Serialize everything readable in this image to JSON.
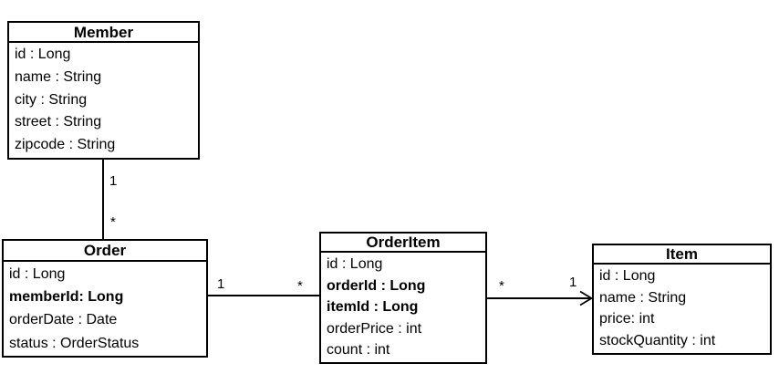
{
  "diagram": {
    "kind": "uml-class-diagram",
    "background_color": "#ffffff",
    "line_color": "#000000",
    "text_color": "#000000"
  },
  "classes": [
    {
      "name": "Member",
      "attributes": [
        {
          "text": "id : Long",
          "bold": false
        },
        {
          "text": "name : String",
          "bold": false
        },
        {
          "text": "city : String",
          "bold": false
        },
        {
          "text": "street : String",
          "bold": false
        },
        {
          "text": "zipcode : String",
          "bold": false
        }
      ]
    },
    {
      "name": "Order",
      "attributes": [
        {
          "text": "id : Long",
          "bold": false
        },
        {
          "text": "memberId: Long",
          "bold": true
        },
        {
          "text": "orderDate : Date",
          "bold": false
        },
        {
          "text": "status : OrderStatus",
          "bold": false
        }
      ]
    },
    {
      "name": "OrderItem",
      "attributes": [
        {
          "text": "id : Long",
          "bold": false
        },
        {
          "text": "orderId : Long",
          "bold": true
        },
        {
          "text": "itemId : Long",
          "bold": true
        },
        {
          "text": "orderPrice : int",
          "bold": false
        },
        {
          "text": "count : int",
          "bold": false
        }
      ]
    },
    {
      "name": "Item",
      "attributes": [
        {
          "text": "id : Long",
          "bold": false
        },
        {
          "text": "name : String",
          "bold": false
        },
        {
          "text": "price: int",
          "bold": false
        },
        {
          "text": "stockQuantity : int",
          "bold": false
        }
      ]
    }
  ],
  "relationships": [
    {
      "from": "Member",
      "to": "Order",
      "from_multiplicity": "1",
      "to_multiplicity": "*",
      "arrow": "none",
      "orientation": "vertical"
    },
    {
      "from": "Order",
      "to": "OrderItem",
      "from_multiplicity": "1",
      "to_multiplicity": "*",
      "arrow": "none",
      "orientation": "horizontal"
    },
    {
      "from": "OrderItem",
      "to": "Item",
      "from_multiplicity": "*",
      "to_multiplicity": "1",
      "arrow": "open-arrow-at-item",
      "orientation": "horizontal"
    }
  ]
}
